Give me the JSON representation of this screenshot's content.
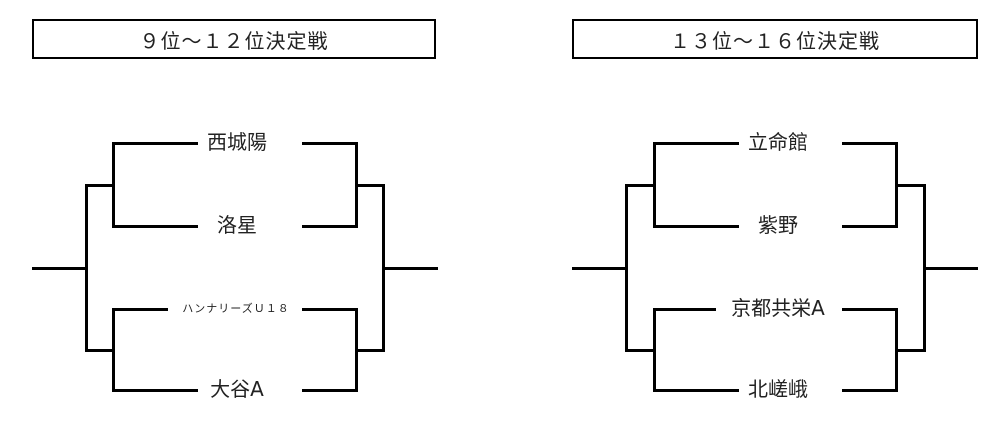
{
  "brackets": [
    {
      "title": "９位～１２位決定戦",
      "teams": [
        "西城陽",
        "洛星",
        "ハンナリーズＵ１８",
        "大谷A"
      ]
    },
    {
      "title": "１３位～１６位決定戦",
      "teams": [
        "立命館",
        "紫野",
        "京都共栄A",
        "北嵯峨"
      ]
    }
  ]
}
